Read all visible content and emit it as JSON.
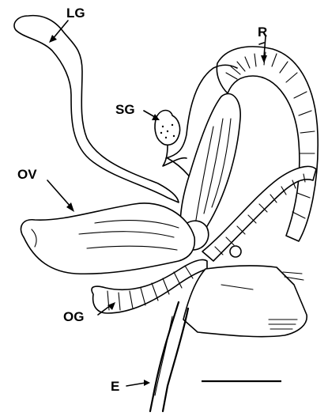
{
  "figure": {
    "labels": {
      "lg": "LG",
      "r": "R",
      "sg": "SG",
      "ov": "OV",
      "og": "OG",
      "e": "E"
    }
  }
}
